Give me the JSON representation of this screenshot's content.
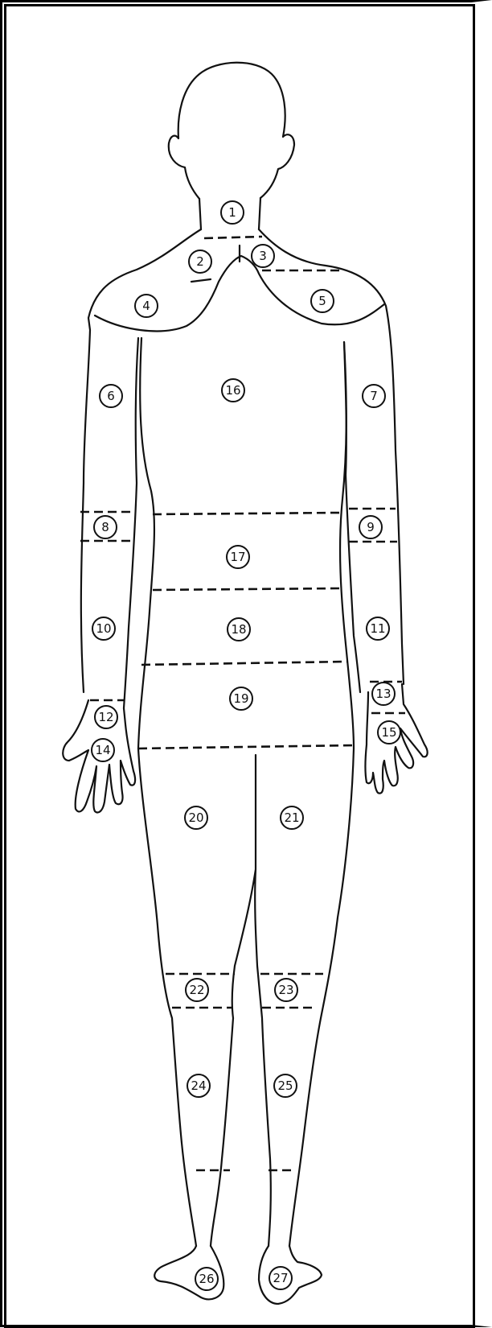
{
  "figure": {
    "line_color": "#111111",
    "regions": [
      {
        "id": "1"
      },
      {
        "id": "2"
      },
      {
        "id": "3"
      },
      {
        "id": "4"
      },
      {
        "id": "5"
      },
      {
        "id": "6"
      },
      {
        "id": "7"
      },
      {
        "id": "8"
      },
      {
        "id": "9"
      },
      {
        "id": "10"
      },
      {
        "id": "11"
      },
      {
        "id": "12"
      },
      {
        "id": "13"
      },
      {
        "id": "14"
      },
      {
        "id": "15"
      },
      {
        "id": "16"
      },
      {
        "id": "17"
      },
      {
        "id": "18"
      },
      {
        "id": "19"
      },
      {
        "id": "20"
      },
      {
        "id": "21"
      },
      {
        "id": "22"
      },
      {
        "id": "23"
      },
      {
        "id": "24"
      },
      {
        "id": "25"
      },
      {
        "id": "26"
      },
      {
        "id": "27"
      }
    ]
  }
}
